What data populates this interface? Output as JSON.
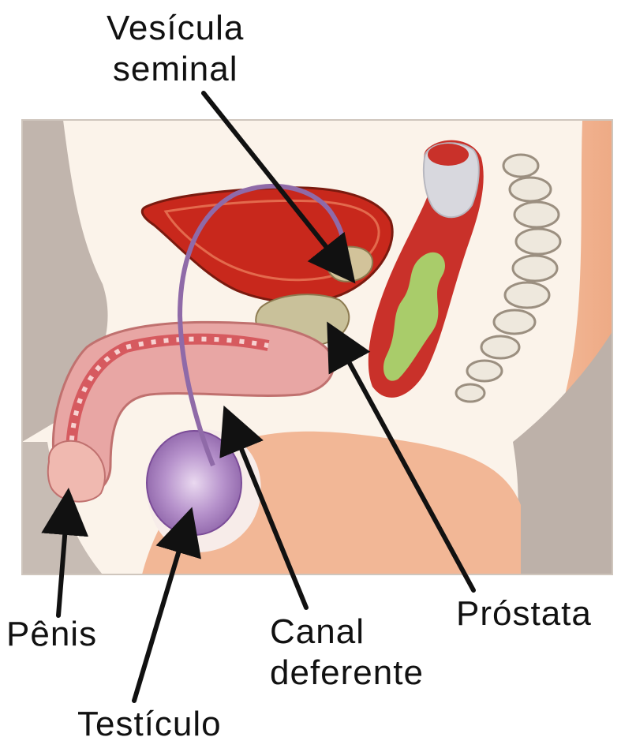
{
  "labels": {
    "vesicula_line1": "Vesícula",
    "vesicula_line2": "seminal",
    "penis": "Pênis",
    "canal_line1": "Canal",
    "canal_line2": "deferente",
    "prostata": "Próstata",
    "testiculo": "Testículo"
  },
  "colors": {
    "background": "#ffffff",
    "panel": "#fbf3ea",
    "skin": "#f2b796",
    "grey_tissue": "#bdb1a9",
    "bladder": "#c8281c",
    "penis_tissue": "#e9a1a3",
    "testis": "#a67fc0",
    "rectum_content": "#a9cc6a",
    "spine": "#ece7dc",
    "arrow": "#111111"
  }
}
